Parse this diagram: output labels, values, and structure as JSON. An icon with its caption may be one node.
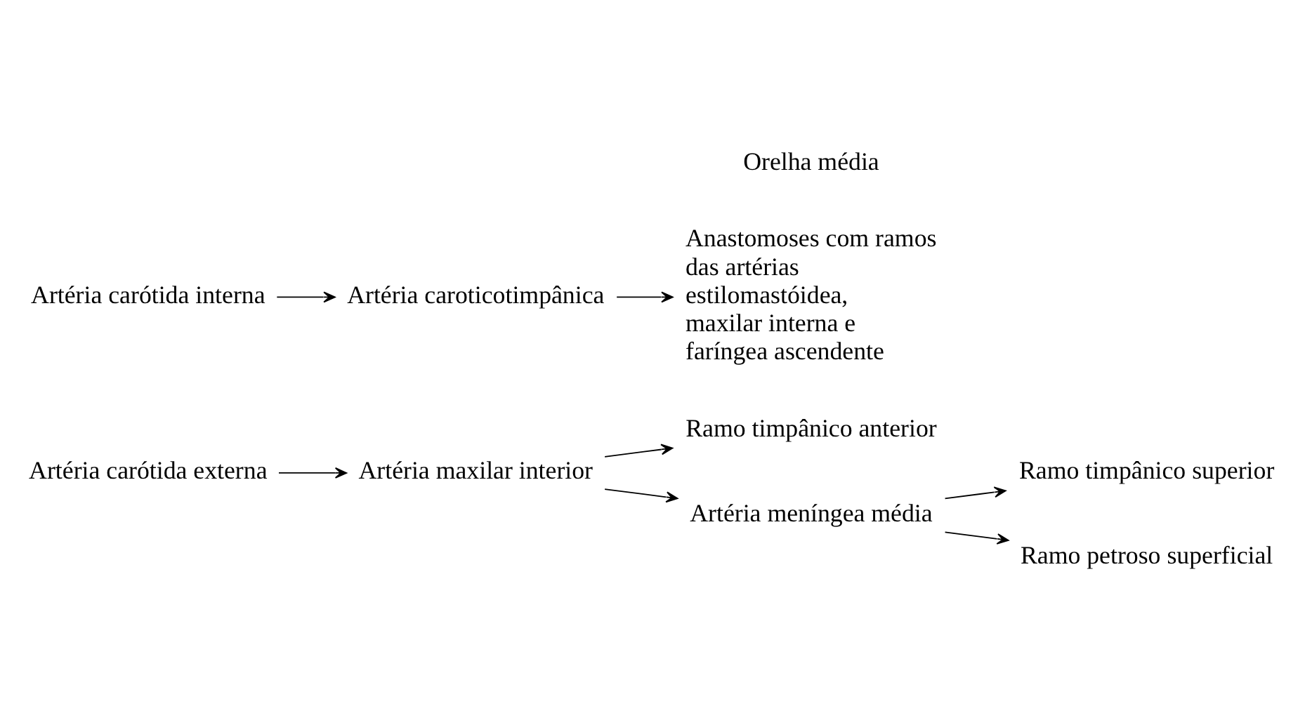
{
  "diagram": {
    "nodes": [
      {
        "text": [
          "Ramo timpânico anterior"
        ]
      },
      {
        "text": [
          "Artéria carótida externa"
        ]
      },
      {
        "text": [
          "Artéria maxilar interior"
        ]
      },
      {
        "text": [
          "Ramo timpânico superior"
        ]
      },
      {
        "text": [
          "Artéria meníngea média"
        ]
      },
      {
        "text": [
          "Ramo petroso superficial"
        ]
      },
      {
        "text": [
          "Artéria carótida interna"
        ]
      },
      {
        "text": [
          "Artéria caroticotimpânica"
        ]
      },
      {
        "text": [
          "Anastomoses com ramos das artérias estilomastóidea, maxilar interna e faríngea ascendente"
        ]
      }
    ],
    "edges": [
      {
        "from": 1,
        "to": 2,
        "arrow": "to"
      },
      {
        "from": 2,
        "to": 0,
        "arrow": "to"
      },
      {
        "from": 2,
        "to": 4,
        "arrow": "to"
      },
      {
        "from": 4,
        "to": 3,
        "arrow": "to"
      },
      {
        "from": 4,
        "to": 5,
        "arrow": "to"
      },
      {
        "from": 6,
        "to": 7,
        "arrow": "to"
      },
      {
        "from": 7,
        "to": 8,
        "arrow": "to"
      }
    ],
    "labels": [
      "Orelha média"
    ]
  }
}
